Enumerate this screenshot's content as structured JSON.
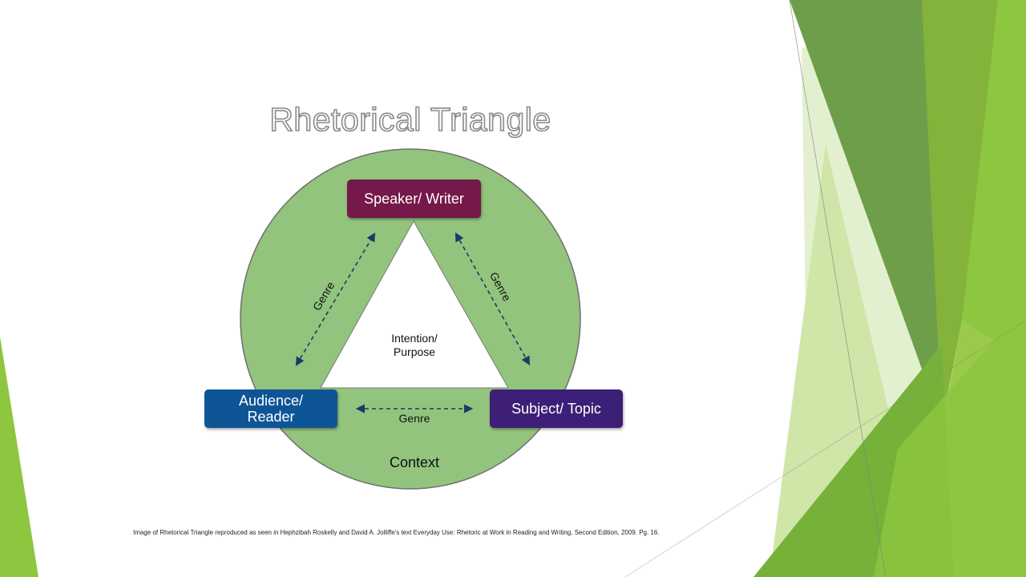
{
  "title": "Rhetorical Triangle",
  "nodes": {
    "speaker": "Speaker/ Writer",
    "audience_line1": "Audience/",
    "audience_line2": "Reader",
    "subject": "Subject/ Topic"
  },
  "center_line1": "Intention/",
  "center_line2": "Purpose",
  "context_label": "Context",
  "edge_labels": {
    "left": "Genre",
    "right": "Genre",
    "bottom": "Genre"
  },
  "citation": "Image of Rhetorical Triangle reproduced as seen in Hephzibah Roskelly and David A. Jolliffe's text Everyday Use: Rhetoric at Work in Reading and Writing, Second Edition, 2009. Pg. 16.",
  "colors": {
    "circle_fill": "#93c47d",
    "speaker_box": "#75194a",
    "audience_box": "#0e5596",
    "subject_box": "#3d1f78",
    "arrow": "#1f3864",
    "accent_green": "#8dc63f"
  }
}
